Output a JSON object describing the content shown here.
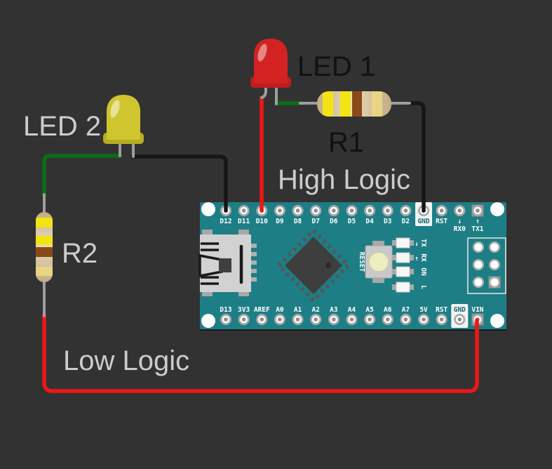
{
  "scene": {
    "background": "#323232"
  },
  "annotations": {
    "led1": "LED 1",
    "led2": "LED 2",
    "r1": "R1",
    "r2": "R2",
    "high_logic": "High Logic",
    "low_logic": "Low Logic",
    "dark_text_color": "#111111",
    "light_text_color": "#cccccc"
  },
  "board": {
    "name": "Arduino Nano",
    "color": "#1e7e85",
    "pin_hole_highlight": "#f2f2f2",
    "square_pad_color": "#8f8f8f",
    "boxed_label_color": "#156b73",
    "top_pins": [
      {
        "label": "D12"
      },
      {
        "label": "D11"
      },
      {
        "label": "D10"
      },
      {
        "label": "D9"
      },
      {
        "label": "D8"
      },
      {
        "label": "D7"
      },
      {
        "label": "D6"
      },
      {
        "label": "D5"
      },
      {
        "label": "D4"
      },
      {
        "label": "D3"
      },
      {
        "label": "D2"
      },
      {
        "label": "GND",
        "box": true
      },
      {
        "label": "RST"
      },
      {
        "label": "↓",
        "sub": "RX0"
      },
      {
        "label": "↑",
        "sub": "TX1",
        "pad": true
      }
    ],
    "bottom_pins": [
      {
        "label": "D13"
      },
      {
        "label": "3V3"
      },
      {
        "label": "AREF"
      },
      {
        "label": "A0"
      },
      {
        "label": "A1"
      },
      {
        "label": "A2"
      },
      {
        "label": "A3"
      },
      {
        "label": "A4"
      },
      {
        "label": "A5"
      },
      {
        "label": "A6"
      },
      {
        "label": "A7"
      },
      {
        "label": "5V"
      },
      {
        "label": "RST"
      },
      {
        "label": "GND",
        "box": true
      },
      {
        "label": "VIN",
        "pad": true
      }
    ],
    "reset_label": "RESET",
    "indicators": [
      {
        "arrow": "↓",
        "label": "TX"
      },
      {
        "arrow": "↑",
        "label": "RX"
      },
      {
        "arrow": "",
        "label": "ON"
      },
      {
        "arrow": "",
        "label": "L"
      }
    ]
  },
  "parts": {
    "led1": {
      "label": "LED 1",
      "color": "#d32222",
      "flange": "#bf1d1d"
    },
    "led2": {
      "label": "LED 2",
      "color": "#cfc52e",
      "flange": "#b7ad22"
    },
    "r1": {
      "label": "R1",
      "body": "#d8c29b",
      "bands": [
        "#f2e413",
        "#f2e413",
        "#8a4a18",
        "#e7d584"
      ]
    },
    "r2": {
      "label": "R2",
      "body": "#d8c29b",
      "bands": [
        "#f2e413",
        "#f2e413",
        "#8a4a18",
        "#e7d584"
      ]
    }
  },
  "wires": {
    "led2_to_d12": {
      "color": "#161616",
      "from": "LED2 cathode",
      "to": "D12"
    },
    "led1_to_d10": {
      "color": "#ee1616",
      "from": "LED1 anode",
      "to": "D10"
    },
    "led1_to_r1": {
      "color": "#0b6e18",
      "from": "LED1 cathode",
      "to": "R1"
    },
    "r1_to_gnd": {
      "color": "#161616",
      "from": "R1",
      "to": "GND"
    },
    "led2_to_r2": {
      "color": "#0b6e18",
      "from": "LED2 anode",
      "to": "R2"
    },
    "r2_to_vin": {
      "color": "#ee1616",
      "from": "R2",
      "to": "VIN"
    }
  }
}
